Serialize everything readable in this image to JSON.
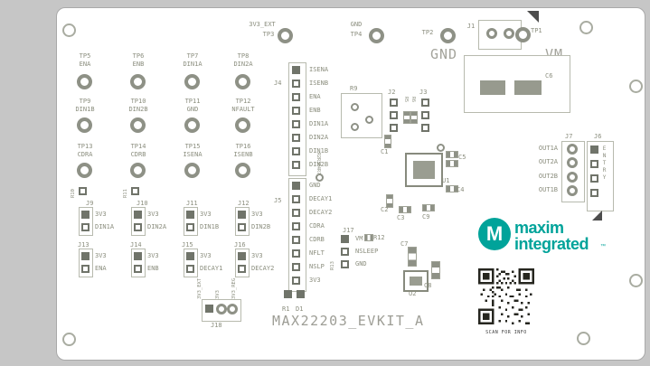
{
  "title": "MAX22203_EVKIT_A",
  "brand": {
    "circle_letter": "M",
    "line1": "maxim",
    "line2": "integrated",
    "tm": "™"
  },
  "qr": {
    "caption": "SCAN FOR INFO"
  },
  "top": {
    "tp3_net": "3V3_EXT",
    "tp3": "TP3",
    "tp4_net": "GND",
    "tp4": "TP4",
    "tp2": "TP2",
    "gnd_big": "GND",
    "j1": "J1",
    "tp1": "TP1",
    "vm_big": "VM",
    "c6": "C6"
  },
  "tp_grid": [
    {
      "tp": "TP5",
      "net": "ENA"
    },
    {
      "tp": "TP6",
      "net": "ENB"
    },
    {
      "tp": "TP7",
      "net": "DIN1A"
    },
    {
      "tp": "TP8",
      "net": "DIN2A"
    },
    {
      "tp": "TP9",
      "net": "DIN1B"
    },
    {
      "tp": "TP10",
      "net": "DIN2B"
    },
    {
      "tp": "TP11",
      "net": "GND"
    },
    {
      "tp": "TP12",
      "net": "NFAULT"
    },
    {
      "tp": "TP13",
      "net": "CDRA"
    },
    {
      "tp": "TP14",
      "net": "CDRB"
    },
    {
      "tp": "TP15",
      "net": "ISENA"
    },
    {
      "tp": "TP16",
      "net": "ISENB"
    }
  ],
  "j4": {
    "ref": "J4",
    "pins": [
      "ISENA",
      "ISENB",
      "ENA",
      "ENB",
      "DIN1A",
      "DIN2A",
      "DIN1B",
      "DIN2B"
    ]
  },
  "j5": {
    "ref": "J5",
    "pins": [
      "GND",
      "DECAY1",
      "DECAY2",
      "CDRA",
      "CDRB",
      "NFLT",
      "NSLP",
      "3V3"
    ]
  },
  "rstack": "R2R3R4R7R8",
  "mid": {
    "r9": "R9",
    "j2": "J2",
    "j3": "J3",
    "r5": "R5",
    "r6": "R6",
    "c1": "C1",
    "u1": "U1",
    "c5": "C5",
    "c4": "C4",
    "c2": "C2",
    "c3": "C3",
    "c9": "C9",
    "c7": "C7",
    "u2": "U2",
    "c8": "C8",
    "r1": "R1",
    "d1": "D1"
  },
  "j17": {
    "ref": "J17",
    "r12": "R12",
    "r13": "R13",
    "pins": [
      "VM",
      "NSLEEP",
      "GND"
    ]
  },
  "jumpers": [
    {
      "ref": "J9",
      "res": "R10",
      "a": "3V3",
      "b": "DIN1A"
    },
    {
      "ref": "J10",
      "res": "R11",
      "a": "3V3",
      "b": "DIN2A"
    },
    {
      "ref": "J11",
      "a": "3V3",
      "b": "DIN1B"
    },
    {
      "ref": "J12",
      "a": "3V3",
      "b": "DIN2B"
    },
    {
      "ref": "J13",
      "a": "3V3",
      "b": "ENA"
    },
    {
      "ref": "J14",
      "a": "3V3",
      "b": "ENB"
    },
    {
      "ref": "J15",
      "a": "3V3",
      "b": "DECAY1"
    },
    {
      "ref": "J16",
      "a": "3V3",
      "b": "DECAY2"
    }
  ],
  "j18": {
    "ref": "J18",
    "nets": [
      "3V3_EXT",
      "3V3",
      "3V3_REG"
    ]
  },
  "j7": {
    "ref": "J7",
    "pins": [
      "OUT1A",
      "OUT2A",
      "OUT2B",
      "OUT1B"
    ]
  },
  "j6": {
    "ref": "J6",
    "label_vertical": "ENTRY"
  }
}
